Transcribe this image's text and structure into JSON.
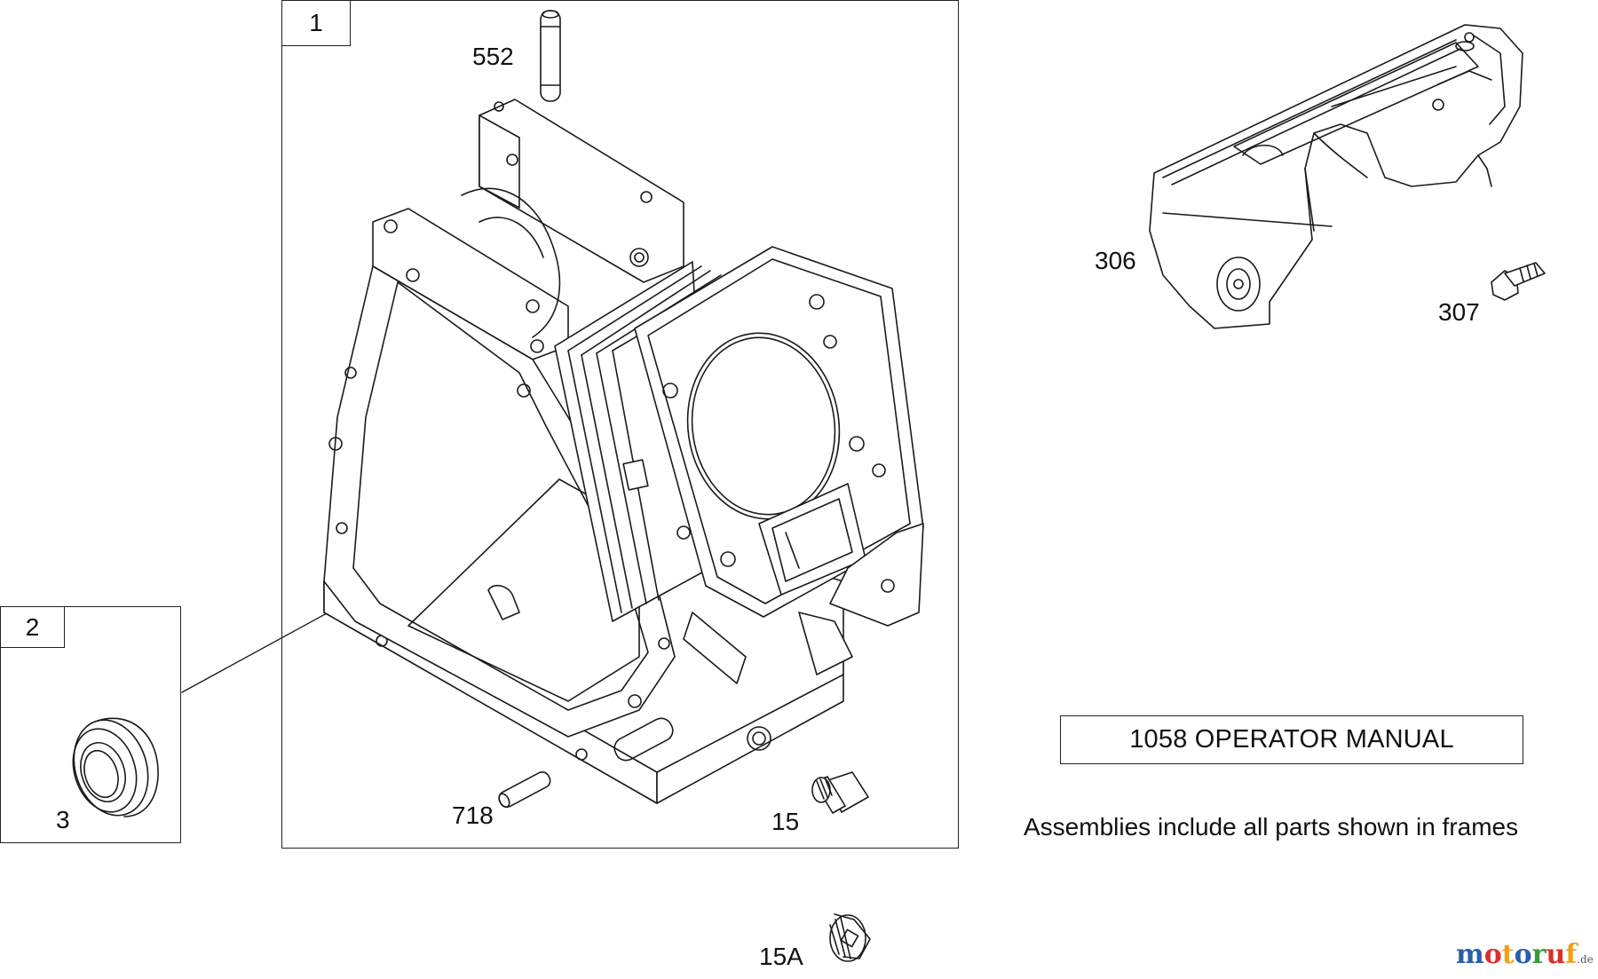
{
  "frames": {
    "frame1": {
      "number": "1"
    },
    "frame2": {
      "number": "2"
    }
  },
  "callouts": {
    "p552": "552",
    "p718": "718",
    "p15": "15",
    "p15a": "15A",
    "p3": "3",
    "p306": "306",
    "p307": "307"
  },
  "manual_box": "1058 OPERATOR MANUAL",
  "note": "Assemblies include all parts shown in frames",
  "watermark": {
    "letters": [
      "m",
      "o",
      "t",
      "o",
      "r",
      "u",
      "f"
    ],
    "suffix": ".de",
    "colors": [
      "#2a5fa8",
      "#d8322a",
      "#f0a018",
      "#2a5fa8",
      "#3a9a3a",
      "#d8322a",
      "#f0a018"
    ]
  }
}
